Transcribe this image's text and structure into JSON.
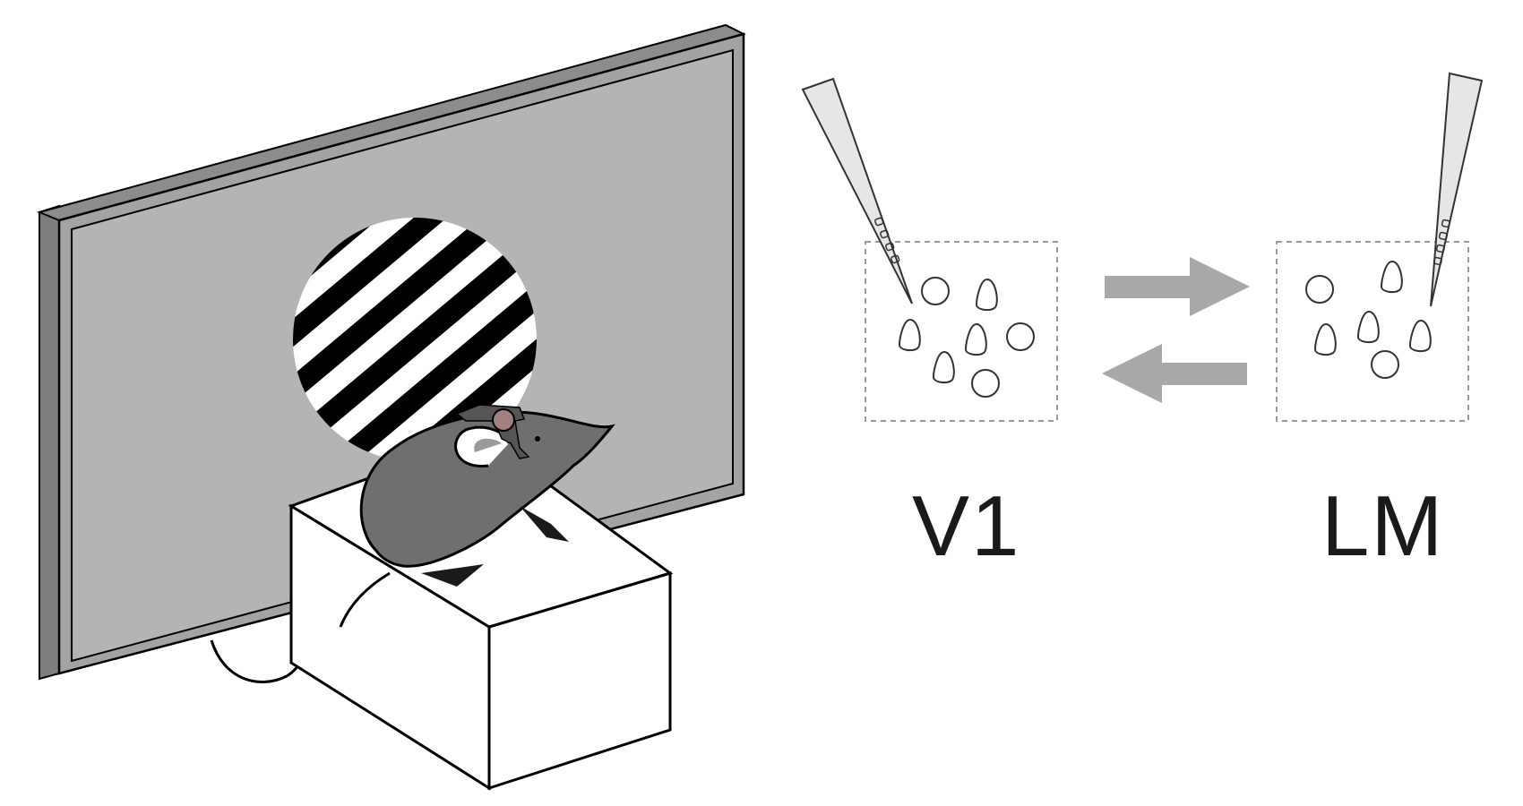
{
  "figure": {
    "regions": [
      {
        "id": "v1",
        "label": "V1"
      },
      {
        "id": "lm",
        "label": "LM"
      }
    ],
    "colors": {
      "monitor_frame": "#9e9e9e",
      "monitor_screen": "#b3b3b3",
      "grating_dark": "#000000",
      "grating_light": "#ffffff",
      "mouse_body": "#6f6f6f",
      "mouse_light": "#9a9a9a",
      "electrode_fill": "#e6e6e6",
      "arrow": "#a8a8a8",
      "dashed_box": "#9a9a9a",
      "line": "#000000"
    },
    "icons": [
      "monitor-icon",
      "grating-stimulus-icon",
      "mouse-icon",
      "treadmill-box-icon",
      "electrode-icon",
      "neuron-icon",
      "arrow-icon"
    ]
  }
}
